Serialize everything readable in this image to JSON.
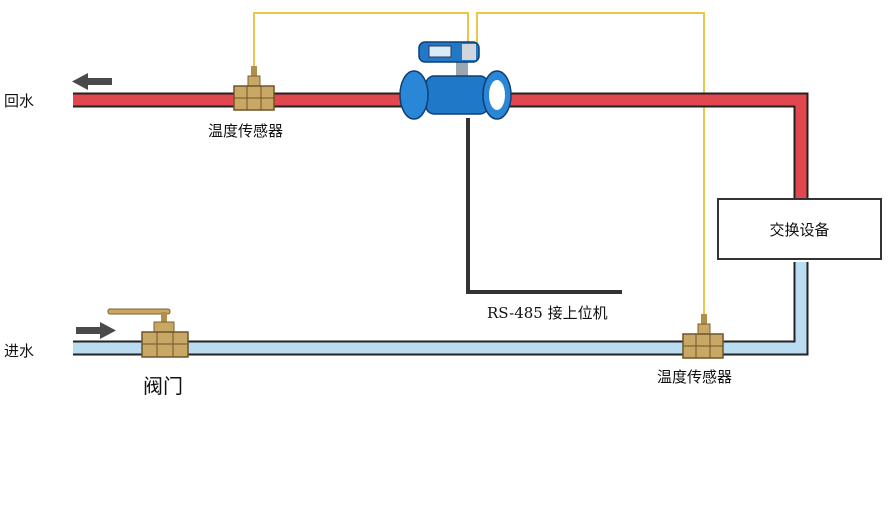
{
  "labels": {
    "return_water": "回水",
    "inlet_water": "进水",
    "temp_sensor_top": "温度传感器",
    "temp_sensor_bottom": "温度传感器",
    "valve": "阀门",
    "rs485": "RS-485  接上位机",
    "exchange_equipment": "交换设备"
  },
  "colors": {
    "hot_pipe": "#e0474e",
    "cold_pipe": "#b9dcf0",
    "pipe_outline": "#222222",
    "signal_wire": "#e8c84a",
    "rs485_cable": "#333333",
    "flowmeter_body": "#1f78c8",
    "fitting_brass": "#c9a865",
    "arrow": "#4a4a4a"
  },
  "icons": {
    "flowmeter": "electromagnetic-flowmeter-icon",
    "temp_sensor": "temperature-sensor-icon",
    "valve": "ball-valve-icon",
    "arrow_left": "arrow-left-icon",
    "arrow_right": "arrow-right-icon"
  }
}
